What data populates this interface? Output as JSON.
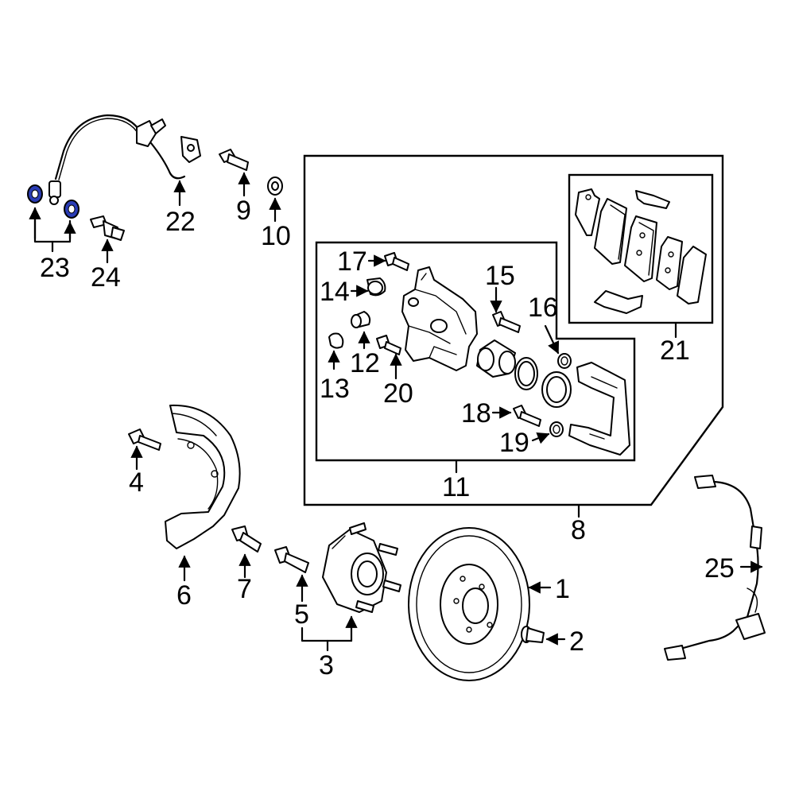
{
  "callouts": {
    "c1": "1",
    "c2": "2",
    "c3": "3",
    "c4": "4",
    "c5": "5",
    "c6": "6",
    "c7": "7",
    "c8": "8",
    "c9": "9",
    "c10": "10",
    "c11": "11",
    "c12": "12",
    "c13": "13",
    "c14": "14",
    "c15": "15",
    "c16": "16",
    "c17": "17",
    "c18": "18",
    "c19": "19",
    "c20": "20",
    "c21": "21",
    "c22": "22",
    "c23": "23",
    "c24": "24",
    "c25": "25"
  },
  "colors": {
    "highlight": "#2a3cb5",
    "line": "#000000",
    "background": "#ffffff"
  }
}
